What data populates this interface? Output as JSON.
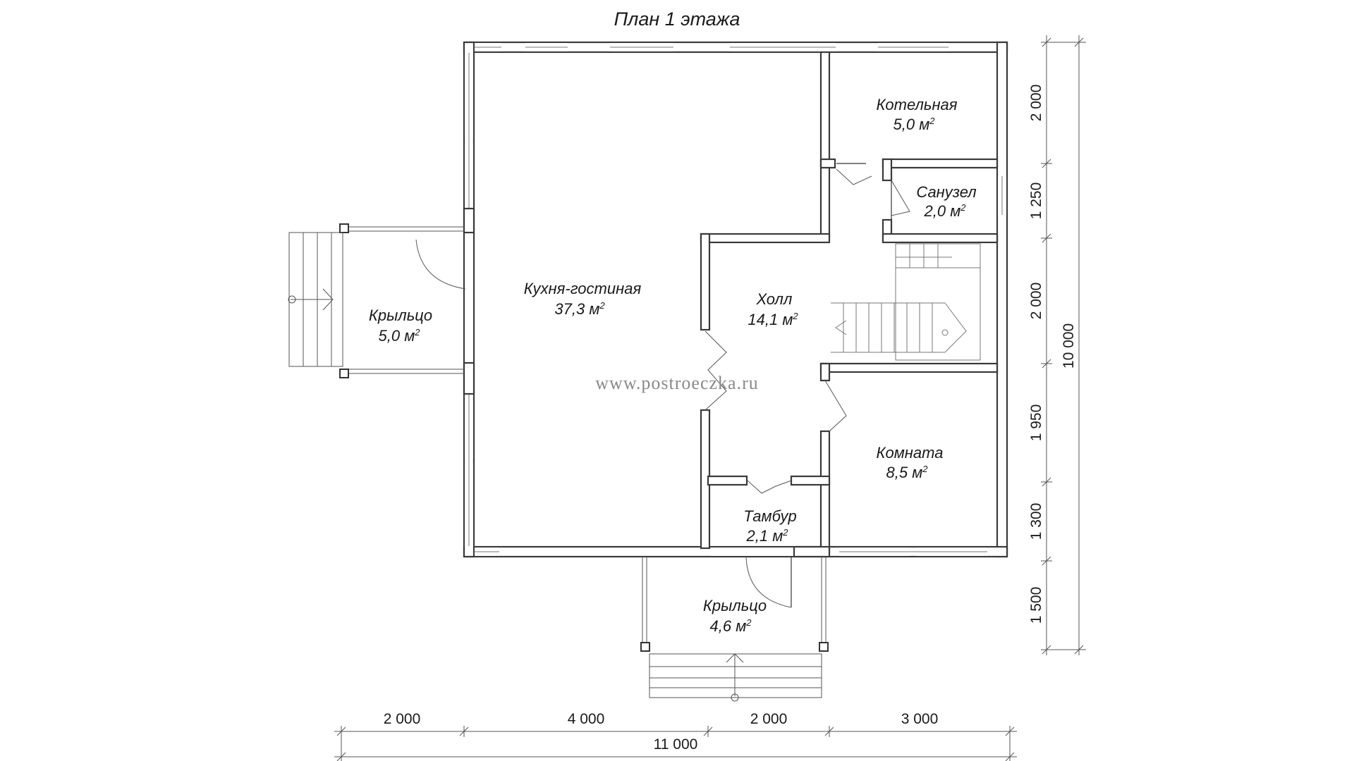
{
  "title": "План 1 этажа",
  "watermark": "www.postroeczka.ru",
  "area_unit": "м",
  "area_exponent": "2",
  "rooms": [
    {
      "name": "Котельная",
      "area": "5,0"
    },
    {
      "name": "Санузел",
      "area": "2,0"
    },
    {
      "name": "Кухня-гостиная",
      "area": "37,3"
    },
    {
      "name": "Холл",
      "area": "14,1"
    },
    {
      "name": "Крыльцо",
      "area": "5,0"
    },
    {
      "name": "Комната",
      "area": "8,5"
    },
    {
      "name": "Тамбур",
      "area": "2,1"
    },
    {
      "name": "Крыльцо",
      "area": "4,6"
    }
  ],
  "dimensions": {
    "bottom": [
      "2 000",
      "4 000",
      "2 000",
      "3 000"
    ],
    "bottom_total": "11 000",
    "right": [
      "2 000",
      "1 250",
      "2 000",
      "1 950",
      "1 300",
      "1 500"
    ],
    "right_total": "10 000"
  }
}
